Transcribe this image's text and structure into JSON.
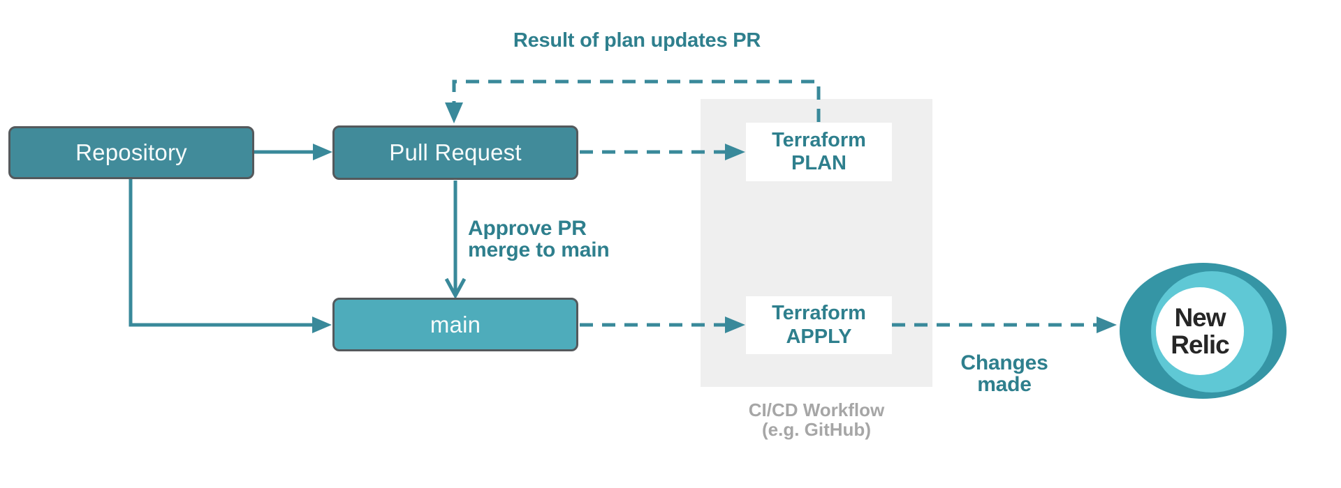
{
  "colors": {
    "box_dark": "#418B9A",
    "box_light": "#4EACBB",
    "box_border": "#54595C",
    "arrow": "#39899A",
    "label_teal": "#2E7F8D",
    "panel": "#EFEFEF",
    "label_gray": "#A6A6A6",
    "logo_outer": "#3595A5",
    "logo_inner": "#5FC8D5",
    "logo_text": "#262626"
  },
  "nodes": {
    "repository": "Repository",
    "pull_request": "Pull Request",
    "main": "main",
    "terraform_plan": "Terraform\nPLAN",
    "terraform_apply": "Terraform\nAPPLY"
  },
  "annotations": {
    "result_of_plan": "Result of plan updates PR",
    "approve_pr": "Approve PR\nmerge to main",
    "changes_made": "Changes\nmade",
    "cicd_workflow": "CI/CD Workflow\n(e.g. GitHub)"
  },
  "logo": {
    "text": "New\nRelic"
  }
}
